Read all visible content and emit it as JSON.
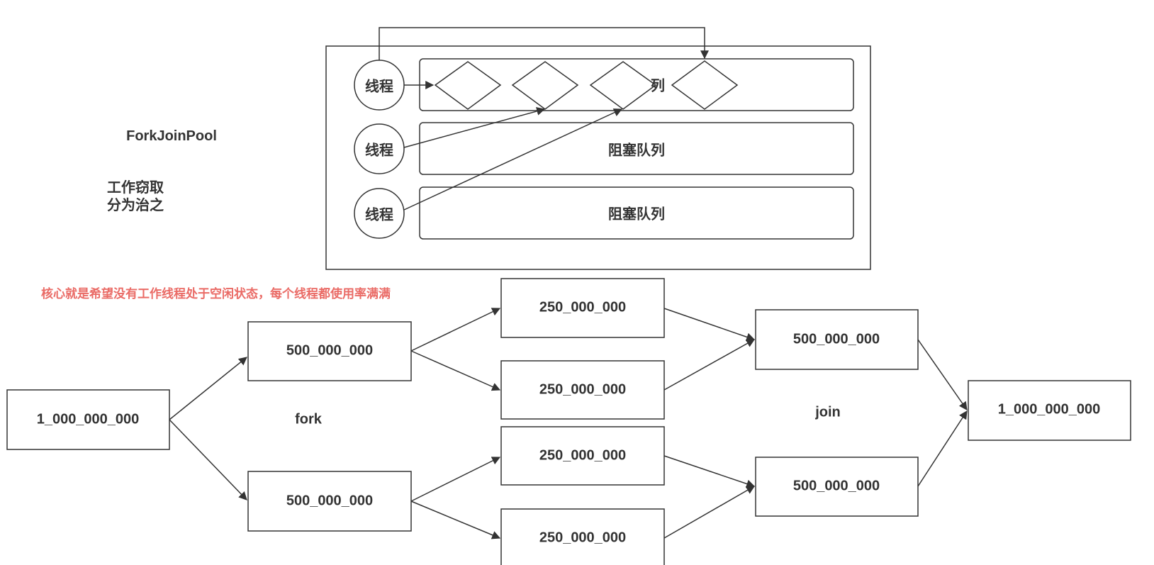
{
  "title": "ForkJoinPool",
  "subtitle_lines": [
    "工作窃取",
    "分为治之"
  ],
  "pool": {
    "threads": [
      "线程",
      "线程",
      "线程"
    ],
    "queues": [
      "列",
      "阻塞队列",
      "阻塞队列"
    ]
  },
  "note": "核心就是希望没有工作线程处于空闲状态，每个线程都使用率满满",
  "tree": {
    "root": "1_000_000_000",
    "fork_level1": [
      "500_000_000",
      "500_000_000"
    ],
    "fork_level2": [
      "250_000_000",
      "250_000_000",
      "250_000_000",
      "250_000_000"
    ],
    "join_level1": [
      "500_000_000",
      "500_000_000"
    ],
    "result": "1_000_000_000",
    "fork_label": "fork",
    "join_label": "join"
  },
  "colors": {
    "stroke": "#333333",
    "text": "#333333",
    "note": "#ea6b66",
    "background": "#ffffff"
  }
}
